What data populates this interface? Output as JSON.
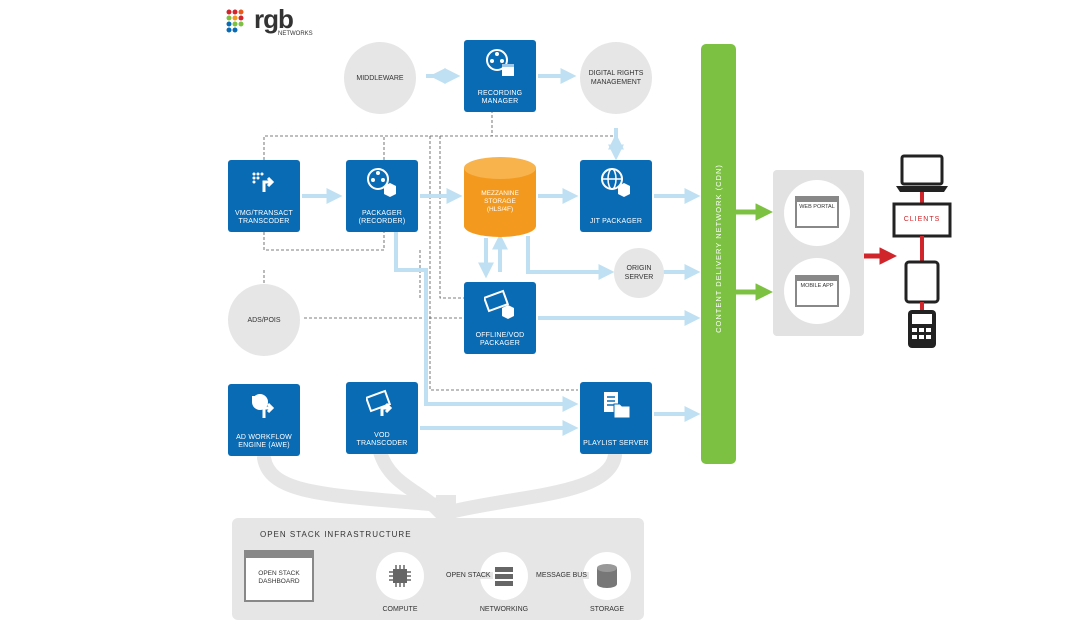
{
  "logo": {
    "name": "rgb",
    "sub": "NETWORKS"
  },
  "nodes": {
    "middleware": "MIDDLEWARE",
    "recording_manager": "RECORDING MANAGER",
    "drm": "DIGITAL RIGHTS MANAGEMENT",
    "vmg": "VMG/TRANSACT TRANSCODER",
    "packager": "PACKAGER (RECORDER)",
    "mezzanine": "MEZZANINE STORAGE (HLS/4F)",
    "jit": "JIT PACKAGER",
    "origin": "ORIGIN SERVER",
    "ads": "ADS/POIS",
    "offline": "OFFLINE/VOD PACKAGER",
    "awe": "AD WORKFLOW ENGINE (AWE)",
    "vod_transcoder": "VOD TRANSCODER",
    "playlist": "PLAYLIST SERVER",
    "cdn": "CONTENT DELIVERY NETWORK (CDN)",
    "web_portal": "WEB PORTAL",
    "mobile_app": "MOBILE APP",
    "clients": "CLIENTS"
  },
  "openstack": {
    "title": "OPEN STACK INFRASTRUCTURE",
    "dashboard": "OPEN STACK DASHBOARD",
    "compute": "COMPUTE",
    "networking": "NETWORKING",
    "storage": "STORAGE",
    "link_open_stack": "OPEN STACK",
    "link_message_bus": "MESSAGE BUS"
  },
  "colors": {
    "blue": "#0a6bb5",
    "green": "#7cc142",
    "orange": "#f39a1e",
    "light_arrow": "#bfe0f2",
    "gray": "#e6e6e6",
    "red": "#d0252a"
  }
}
